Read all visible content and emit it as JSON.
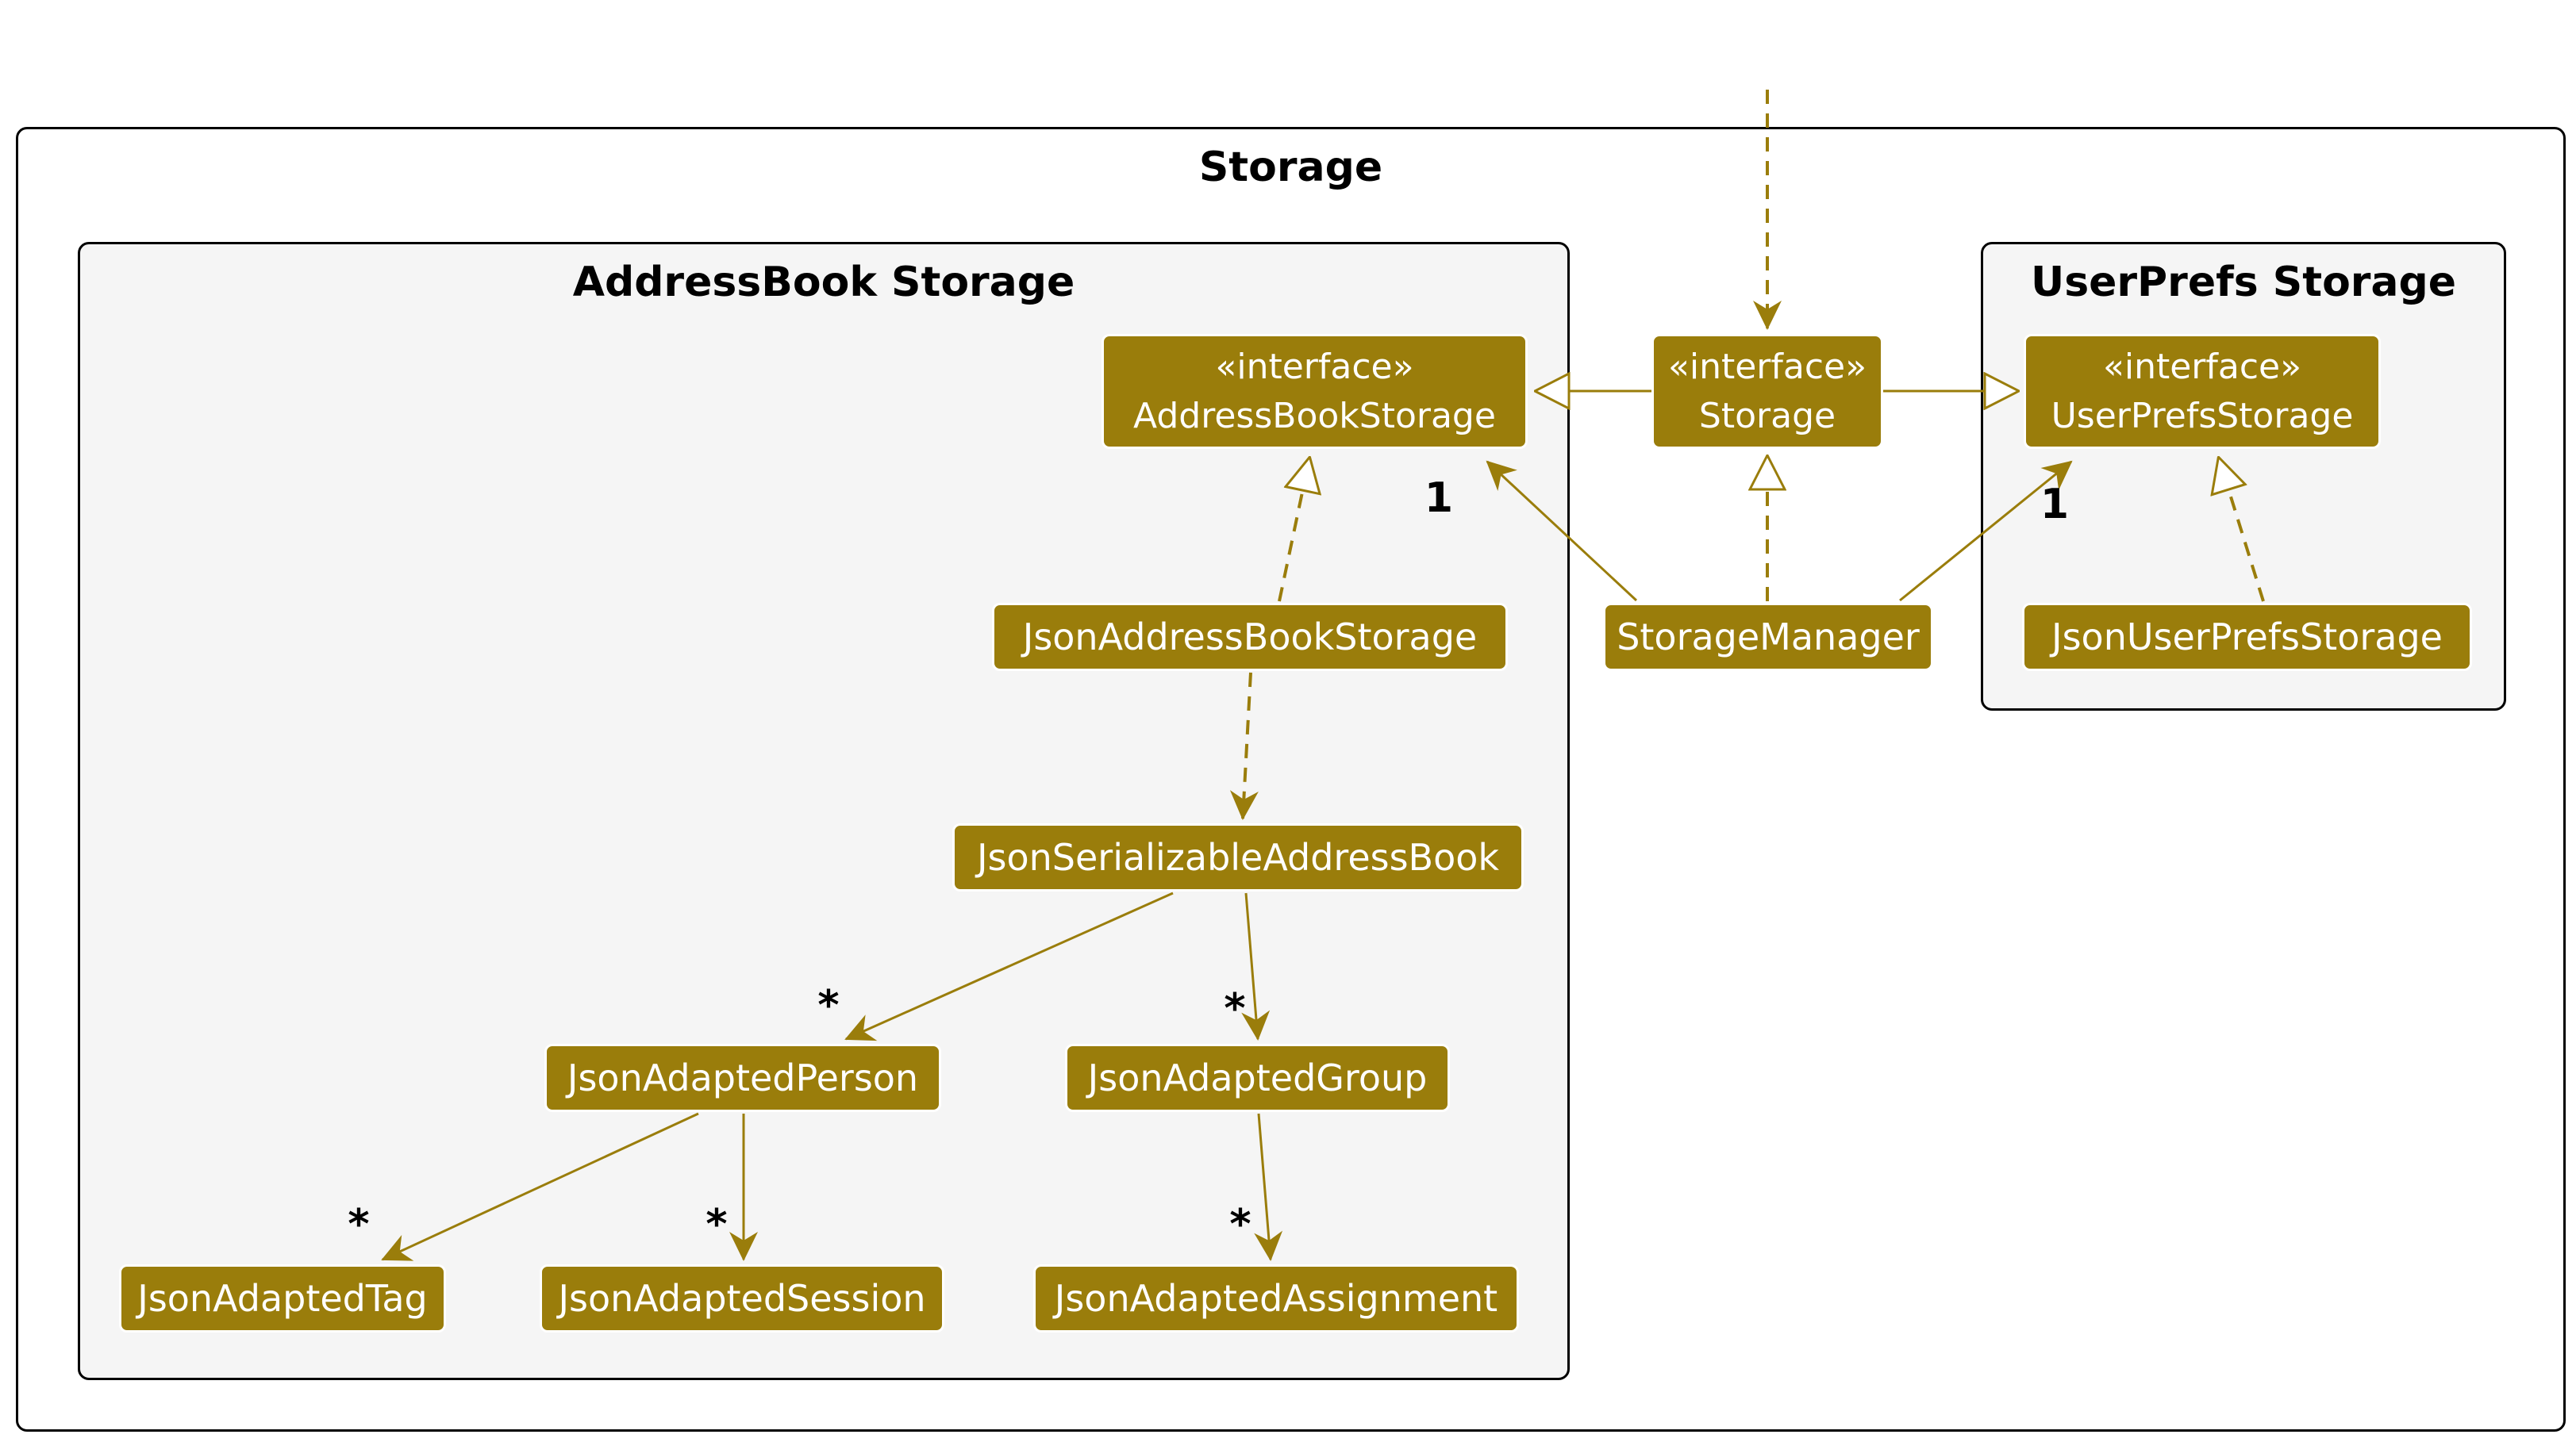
{
  "diagram": {
    "type": "uml-class-diagram",
    "frames": {
      "outer": {
        "label": "Storage"
      },
      "addressbook": {
        "label": "AddressBook Storage"
      },
      "userprefs": {
        "label": "UserPrefs Storage"
      }
    },
    "nodes": {
      "addressBookStorageInterface": {
        "stereotype": "«interface»",
        "name": "AddressBookStorage"
      },
      "storageInterface": {
        "stereotype": "«interface»",
        "name": "Storage"
      },
      "userPrefsStorageInterface": {
        "stereotype": "«interface»",
        "name": "UserPrefsStorage"
      },
      "jsonAddressBookStorage": {
        "name": "JsonAddressBookStorage"
      },
      "storageManager": {
        "name": "StorageManager"
      },
      "jsonUserPrefsStorage": {
        "name": "JsonUserPrefsStorage"
      },
      "jsonSerializableAddressBook": {
        "name": "JsonSerializableAddressBook"
      },
      "jsonAdaptedPerson": {
        "name": "JsonAdaptedPerson"
      },
      "jsonAdaptedGroup": {
        "name": "JsonAdaptedGroup"
      },
      "jsonAdaptedTag": {
        "name": "JsonAdaptedTag"
      },
      "jsonAdaptedSession": {
        "name": "JsonAdaptedSession"
      },
      "jsonAdaptedAssignment": {
        "name": "JsonAdaptedAssignment"
      }
    },
    "multiplicities": {
      "manager_to_addressbookstorage": "1",
      "manager_to_userprefsstorage": "1",
      "serializable_to_person": "*",
      "serializable_to_group": "*",
      "person_to_tag": "*",
      "person_to_session": "*",
      "group_to_assignment": "*"
    },
    "edges": [
      {
        "type": "dependency-dashed",
        "from": "external",
        "to": "storageInterface"
      },
      {
        "type": "generalization",
        "from": "storageInterface",
        "to": "addressBookStorageInterface"
      },
      {
        "type": "generalization",
        "from": "storageInterface",
        "to": "userPrefsStorageInterface"
      },
      {
        "type": "realization-dashed",
        "from": "storageManager",
        "to": "storageInterface"
      },
      {
        "type": "realization-dashed",
        "from": "jsonAddressBookStorage",
        "to": "addressBookStorageInterface"
      },
      {
        "type": "realization-dashed",
        "from": "jsonUserPrefsStorage",
        "to": "userPrefsStorageInterface"
      },
      {
        "type": "association",
        "from": "storageManager",
        "to": "addressBookStorageInterface",
        "label": "1"
      },
      {
        "type": "association",
        "from": "storageManager",
        "to": "userPrefsStorageInterface",
        "label": "1"
      },
      {
        "type": "dependency-dashed",
        "from": "jsonAddressBookStorage",
        "to": "jsonSerializableAddressBook"
      },
      {
        "type": "association",
        "from": "jsonSerializableAddressBook",
        "to": "jsonAdaptedPerson",
        "label": "*"
      },
      {
        "type": "association",
        "from": "jsonSerializableAddressBook",
        "to": "jsonAdaptedGroup",
        "label": "*"
      },
      {
        "type": "association",
        "from": "jsonAdaptedPerson",
        "to": "jsonAdaptedTag",
        "label": "*"
      },
      {
        "type": "association",
        "from": "jsonAdaptedPerson",
        "to": "jsonAdaptedSession",
        "label": "*"
      },
      {
        "type": "association",
        "from": "jsonAdaptedGroup",
        "to": "jsonAdaptedAssignment",
        "label": "*"
      }
    ],
    "colors": {
      "node_fill": "#9A7D0B",
      "node_border": "#FFFFFF",
      "node_text": "#FFFFFF",
      "edge": "#9A7D0B",
      "frame_border": "#000000",
      "inner_frame_bg": "#F5F5F5",
      "outer_frame_bg": "#FFFFFF",
      "label_text": "#000000"
    }
  }
}
